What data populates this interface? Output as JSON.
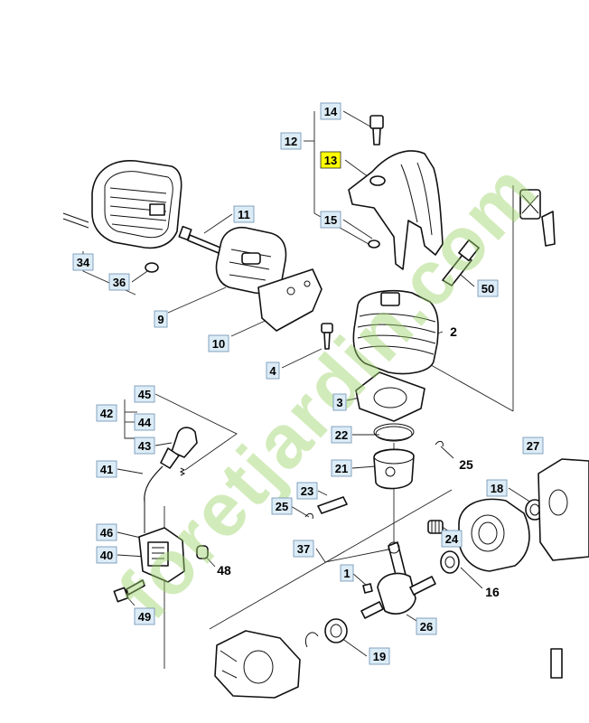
{
  "watermark": "foretjardin.com",
  "labels": [
    {
      "key": "l14",
      "text": "14",
      "boxed": true
    },
    {
      "key": "l12",
      "text": "12",
      "boxed": true
    },
    {
      "key": "l13",
      "text": "13",
      "boxed": true,
      "highlight": true
    },
    {
      "key": "l15",
      "text": "15",
      "boxed": true
    },
    {
      "key": "l11",
      "text": "11",
      "boxed": true
    },
    {
      "key": "l34",
      "text": "34",
      "boxed": true
    },
    {
      "key": "l36",
      "text": "36",
      "boxed": true
    },
    {
      "key": "l9",
      "text": "9",
      "boxed": true
    },
    {
      "key": "l10",
      "text": "10",
      "boxed": true
    },
    {
      "key": "l50",
      "text": "50",
      "boxed": true
    },
    {
      "key": "l2",
      "text": "2",
      "boxed": false
    },
    {
      "key": "l4",
      "text": "4",
      "boxed": true
    },
    {
      "key": "l3",
      "text": "3",
      "boxed": true
    },
    {
      "key": "l45",
      "text": "45",
      "boxed": true
    },
    {
      "key": "l42",
      "text": "42",
      "boxed": true
    },
    {
      "key": "l44",
      "text": "44",
      "boxed": true
    },
    {
      "key": "l43",
      "text": "43",
      "boxed": true
    },
    {
      "key": "l22",
      "text": "22",
      "boxed": true
    },
    {
      "key": "l21",
      "text": "21",
      "boxed": true
    },
    {
      "key": "l25a",
      "text": "25",
      "boxed": false
    },
    {
      "key": "l27",
      "text": "27",
      "boxed": true
    },
    {
      "key": "l41",
      "text": "41",
      "boxed": true
    },
    {
      "key": "l18",
      "text": "18",
      "boxed": true
    },
    {
      "key": "l23",
      "text": "23",
      "boxed": true
    },
    {
      "key": "l25b",
      "text": "25",
      "boxed": true
    },
    {
      "key": "l46",
      "text": "46",
      "boxed": true
    },
    {
      "key": "l37",
      "text": "37",
      "boxed": true
    },
    {
      "key": "l24",
      "text": "24",
      "boxed": true
    },
    {
      "key": "l40",
      "text": "40",
      "boxed": true
    },
    {
      "key": "l48",
      "text": "48",
      "boxed": false
    },
    {
      "key": "l1",
      "text": "1",
      "boxed": true
    },
    {
      "key": "l16",
      "text": "16",
      "boxed": false
    },
    {
      "key": "l49",
      "text": "49",
      "boxed": true
    },
    {
      "key": "l26",
      "text": "26",
      "boxed": true
    },
    {
      "key": "l19",
      "text": "19",
      "boxed": true
    }
  ]
}
